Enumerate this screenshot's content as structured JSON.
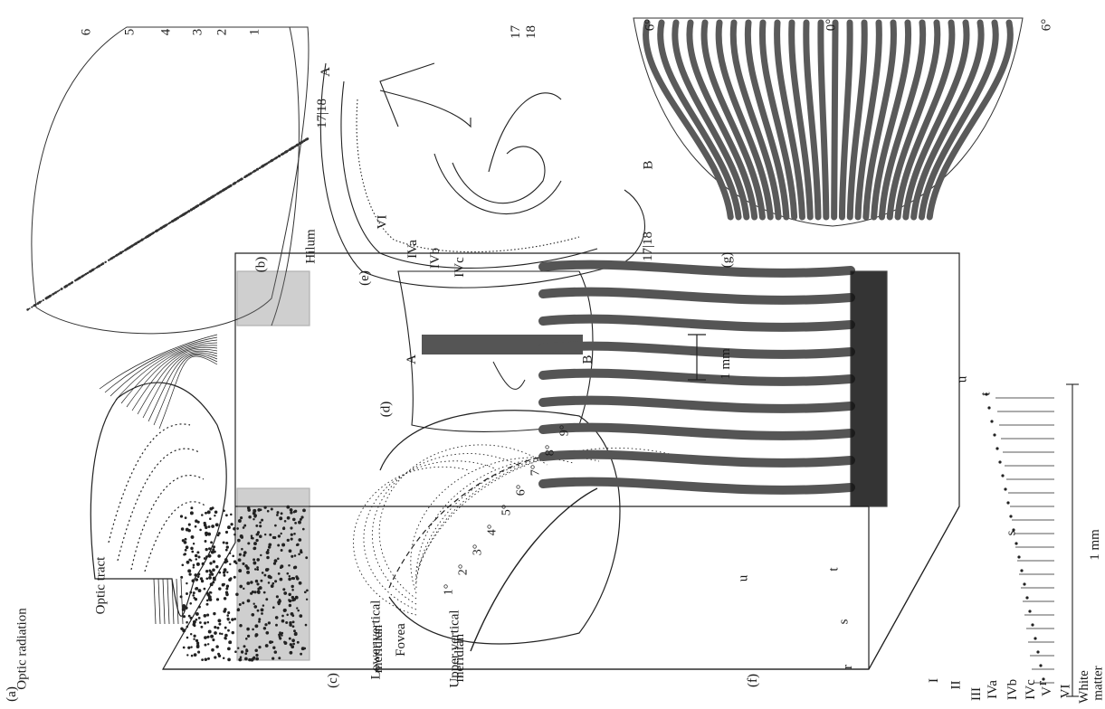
{
  "panel_a": {
    "tag": "(a)",
    "optic_radiation": "Optic radiation",
    "optic_tract": "Optic tract"
  },
  "panel_b": {
    "tag": "(b)",
    "layers": [
      "6",
      "5",
      "4",
      "3",
      "2",
      "1"
    ],
    "hilum": "Hilum"
  },
  "panel_c": {
    "tag": "(c)",
    "lower_vertical_meridian": [
      "Lower vertical",
      "meridian"
    ],
    "fovea": "Fovea",
    "upper_vertical_meridian": [
      "Upper vertical",
      "meridian"
    ],
    "eccentricities": [
      "1°",
      "2°",
      "3°",
      "4°",
      "5°",
      "6°",
      "7°",
      "8°",
      "9°"
    ]
  },
  "panel_d": {
    "tag": "(d)",
    "point_a": "A",
    "point_b": "B"
  },
  "panel_e": {
    "tag": "(e)",
    "border_top": "17|18",
    "point_a": "A",
    "point_b": "B",
    "border_frac": [
      "17",
      "18"
    ],
    "border_bottom": "17|18",
    "layers": [
      "VI",
      "IVa",
      "IVb",
      "IVc"
    ]
  },
  "panel_f": {
    "tag": "(f)",
    "layers": [
      "I",
      "II",
      "III",
      "IVa",
      "IVb",
      "IVc",
      "V",
      "VI",
      "White",
      "matter"
    ],
    "scale_bar": "1 mm",
    "bottom_scale": "1 mm",
    "letters": [
      "r",
      "s",
      "t",
      "u"
    ]
  },
  "panel_g": {
    "tag": "(g)",
    "ecc_left": "6°",
    "ecc_center": "0°",
    "ecc_right": "6°"
  },
  "colors": {
    "ink": "#1a1a1a",
    "stripe": "#5a5a5a",
    "bg": "#ffffff"
  }
}
